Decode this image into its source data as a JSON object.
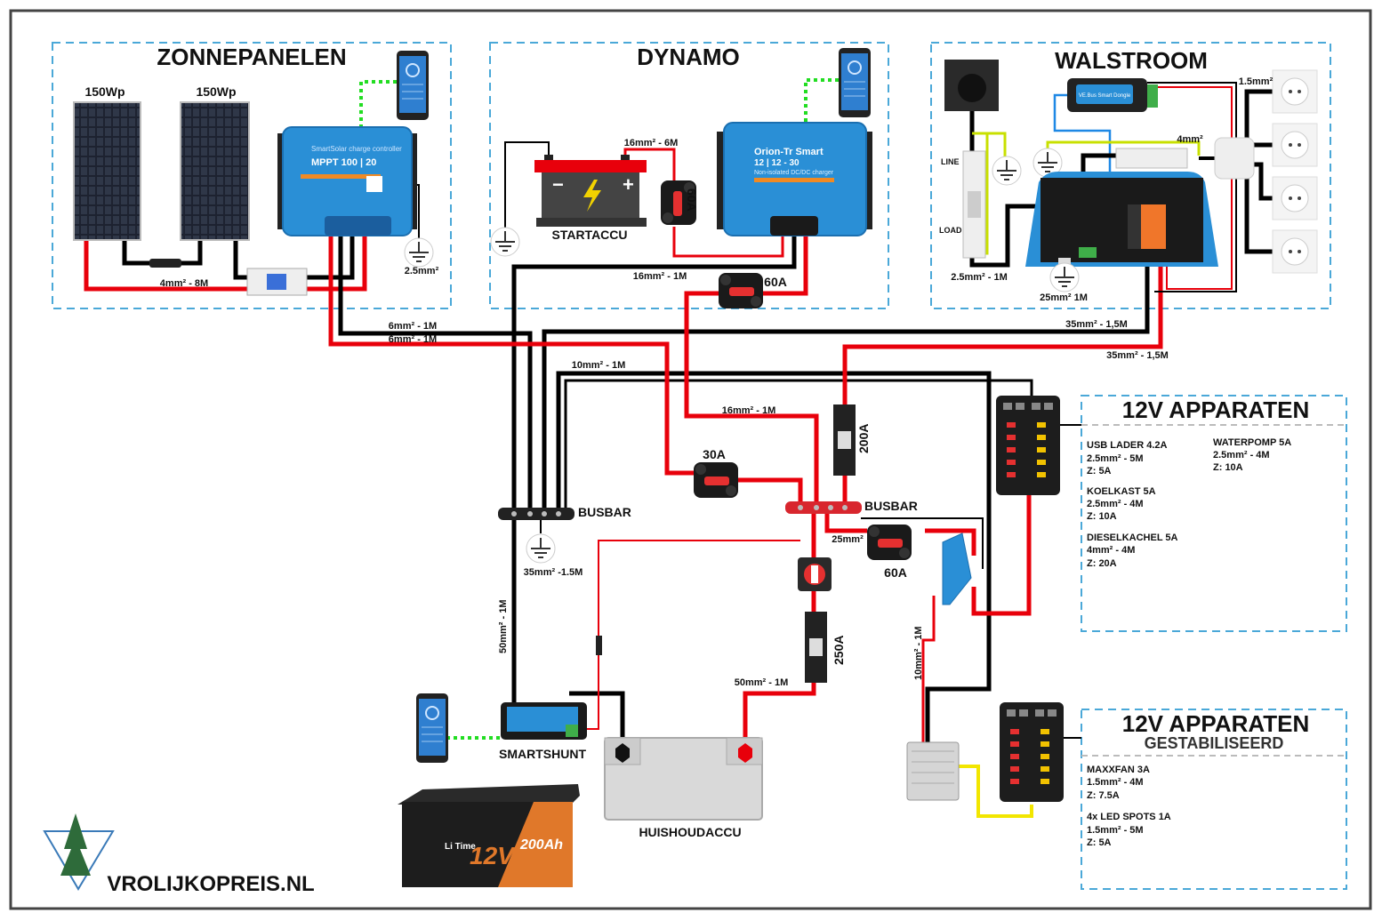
{
  "sections": {
    "solar": {
      "title": "ZONNEPANELEN",
      "panel_1": "150Wp",
      "panel_2": "150Wp",
      "mppt_subtitle": "SmartSolar charge controller",
      "mppt_model": "MPPT 100 | 20",
      "cable_panels": "4mm² - 8M",
      "cable_ground": "2.5mm²"
    },
    "dynamo": {
      "title": "DYNAMO",
      "start_battery": "STARTACCU",
      "cable_start": "16mm² - 6M",
      "breaker": "60A",
      "orion_model": "Orion-Tr Smart",
      "orion_rating": "12 | 12 - 30",
      "orion_subtitle": "Non-isolated DC/DC charger",
      "cable_out": "16mm² - 1M",
      "fuse": "60A"
    },
    "shore": {
      "title": "WALSTROOM",
      "line": "LINE",
      "load": "LOAD",
      "dongle": "VE.Bus Smart Dongle",
      "cable_outlets": "1.5mm²",
      "cable_4": "4mm²",
      "cable_ac_in": "2.5mm² - 1M",
      "cable_ground": "25mm² 1M"
    }
  },
  "wiring": {
    "mppt_neg": "6mm² - 1M",
    "mppt_pos": "6mm² - 1M",
    "inverter_neg": "35mm² - 1,5M",
    "inverter_pos": "35mm² - 1,5M",
    "fuseblock_neg": "10mm² - 1M",
    "orion_pos": "16mm² - 1M",
    "fuse_200": "200A",
    "breaker_30": "30A",
    "busbar_left": "BUSBAR",
    "busbar_right": "BUSBAR",
    "ground_cable": "35mm² -1.5M",
    "cable_25": "25mm²",
    "breaker_60": "60A",
    "fuse_250": "250A",
    "battery_pos": "50mm² - 1M",
    "shunt_neg": "50mm² - 1M",
    "converter_neg": "10mm² - 1M",
    "smartshunt": "SMARTSHUNT",
    "house_battery": "HUISHOUDACCU",
    "litime_brand": "Li Time",
    "litime_voltage": "12V",
    "litime_capacity": "200Ah"
  },
  "devices_12v": {
    "title": "12V APPARATEN",
    "items": [
      {
        "name": "USB LADER 4.2A",
        "cable": "2.5mm² - 5M",
        "fuse": "Z: 5A"
      },
      {
        "name": "KOELKAST 5A",
        "cable": "2.5mm² - 4M",
        "fuse": "Z: 10A"
      },
      {
        "name": "DIESELKACHEL 5A",
        "cable": "4mm² - 4M",
        "fuse": "Z: 20A"
      },
      {
        "name": "WATERPOMP 5A",
        "cable": "2.5mm² - 4M",
        "fuse": "Z: 10A"
      }
    ]
  },
  "devices_stabilized": {
    "title": "12V APPARATEN",
    "subtitle": "GESTABILISEERD",
    "items": [
      {
        "name": "MAXXFAN 3A",
        "cable": "1.5mm² - 4M",
        "fuse": "Z: 7.5A"
      },
      {
        "name": "4x LED SPOTS 1A",
        "cable": "1.5mm² - 5M",
        "fuse": "Z: 5A"
      }
    ]
  },
  "footer": {
    "site": "VROLIJKOPREIS.NL"
  },
  "colors": {
    "positive": "#e8000b",
    "negative": "#000000",
    "box_border": "#4aa8d8",
    "victron_blue": "#2a8fd6",
    "bluetooth_link": "#22dd22"
  }
}
